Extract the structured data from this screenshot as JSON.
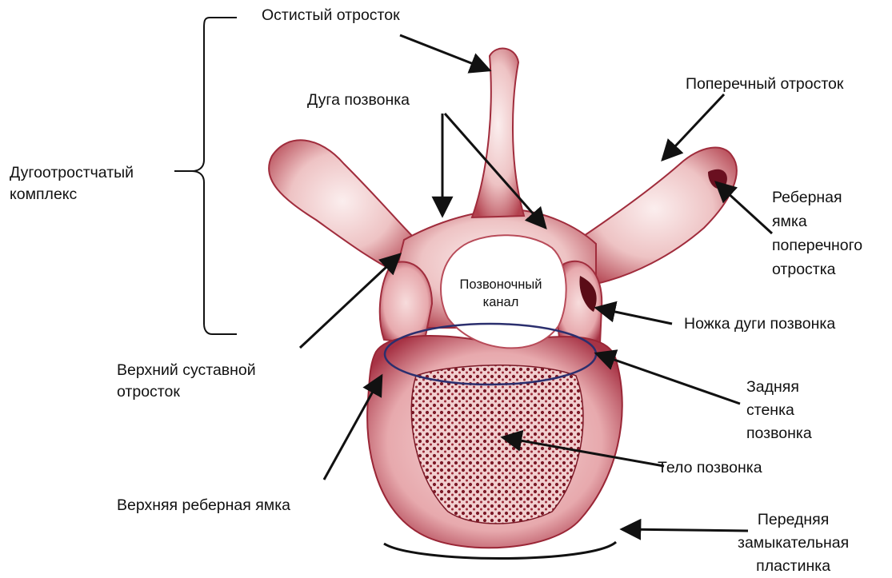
{
  "figure": {
    "labels": {
      "spinous_process": "Остистый отросток",
      "vertebral_arch": "Дуга позвонка",
      "transverse_process": "Поперечный отросток",
      "arch_process_complex": "Дугоотростчатый\nкомплекс",
      "transverse_costal_facet": "Реберная\nямка\nпоперечного\nотростка",
      "vertebral_canal": "Позвоночный\nканал",
      "pedicle": "Ножка дуги позвонка",
      "superior_articular_process": "Верхний суставной\nотросток",
      "posterior_wall": "Задняя\nстенка\nпозвонка",
      "vertebral_body": "Тело позвонка",
      "superior_costal_facet": "Верхняя реберная ямка",
      "anterior_endplate": "Передняя\nзамыкательная\nпластинка"
    },
    "colors": {
      "bone_light": "#f5e1e1",
      "bone_mid": "#d88a8f",
      "bone_dark": "#8c1c2a",
      "ellipse": "#2b2f6e",
      "arrows": "#111111"
    }
  }
}
